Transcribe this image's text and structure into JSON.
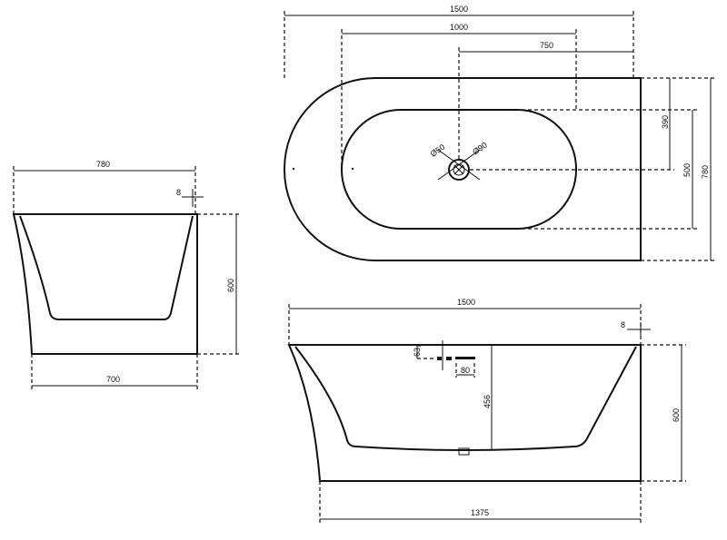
{
  "top_view": {
    "overall_length": "1500",
    "inner_length": "1000",
    "drain_offset": "750",
    "drain_y": "390",
    "inner_width": "500",
    "overall_width": "780",
    "drain_dia": "Ø50",
    "overflow_dia": "Ø90"
  },
  "side_view": {
    "top_width": "780",
    "rim": "8",
    "height": "600",
    "base_width": "700"
  },
  "front_view": {
    "top_length": "1500",
    "rim": "8",
    "overflow_offset": "63",
    "overflow_width": "80",
    "depth": "456",
    "height": "600",
    "base_length": "1375"
  }
}
